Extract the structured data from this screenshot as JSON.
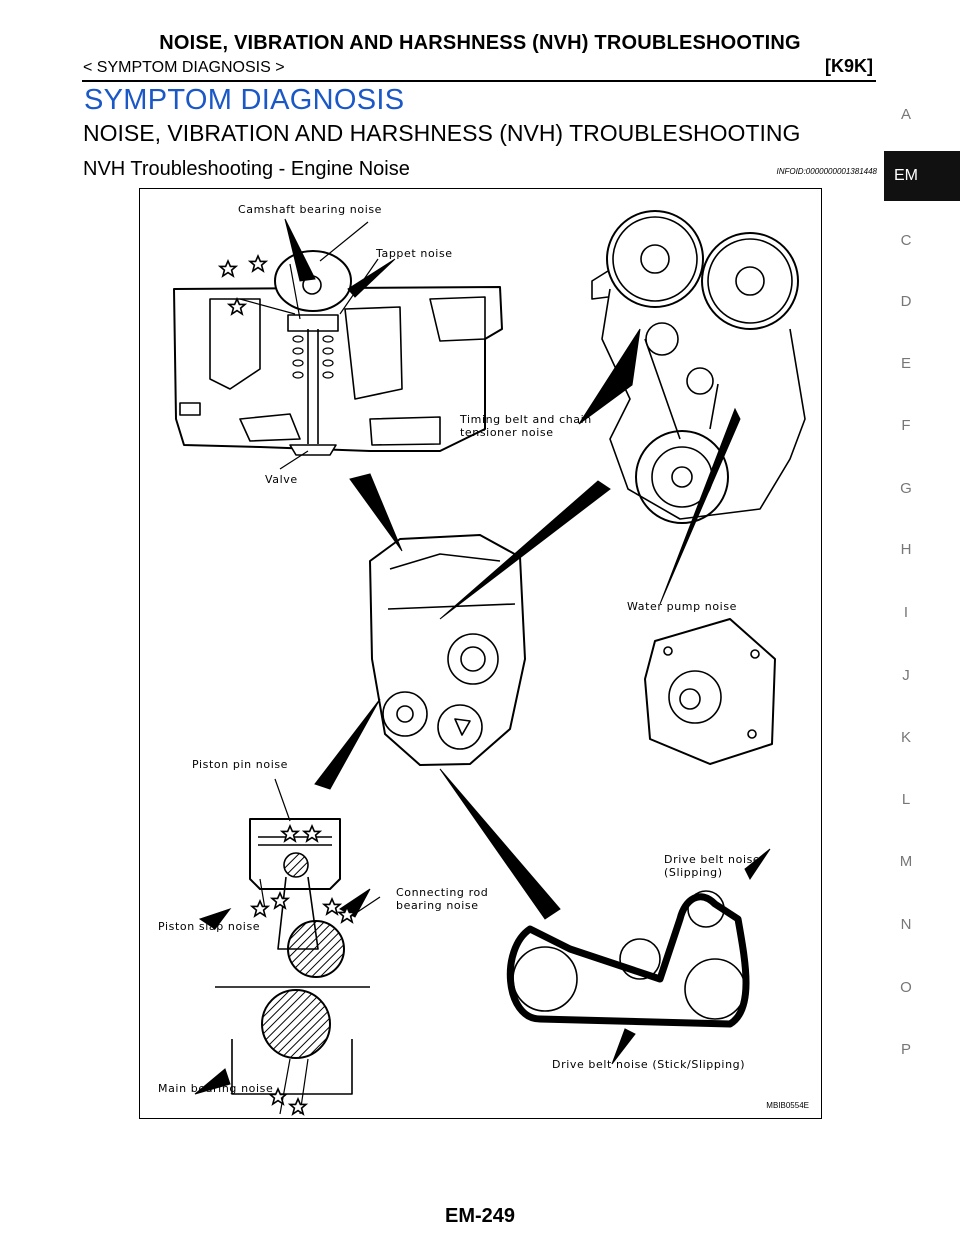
{
  "header": {
    "title": "NOISE, VIBRATION AND HARSHNESS (NVH) TROUBLESHOOTING",
    "breadcrumb": "< SYMPTOM DIAGNOSIS >",
    "engine_code": "[K9K]"
  },
  "section": {
    "title": "SYMPTOM DIAGNOSIS",
    "subtitle": "NOISE, VIBRATION AND HARSHNESS (NVH) TROUBLESHOOTING",
    "heading": "NVH Troubleshooting - Engine Noise",
    "info_id": "INFOID:0000000001381448"
  },
  "figure": {
    "code": "MBIB0554E",
    "labels": {
      "camshaft": "Camshaft bearing noise",
      "tappet": "Tappet noise",
      "timing_line1": "Timing belt and chain",
      "timing_line2": "tensioner noise",
      "valve": "Valve",
      "water_pump": "Water pump noise",
      "piston_pin": "Piston pin noise",
      "connrod_line1": "Connecting rod",
      "connrod_line2": "bearing noise",
      "piston_slap": "Piston slap noise",
      "main_bearing": "Main bearing noise",
      "belt_slipping": "Drive belt noise (Slipping)",
      "belt_stick": "Drive belt noise (Stick/Slipping)"
    }
  },
  "sidebar": {
    "letters": [
      "A",
      "C",
      "D",
      "E",
      "F",
      "G",
      "H",
      "I",
      "J",
      "K",
      "L",
      "M",
      "N",
      "O",
      "P"
    ],
    "active_tab": "EM"
  },
  "footer": {
    "page_number": "EM-249"
  }
}
